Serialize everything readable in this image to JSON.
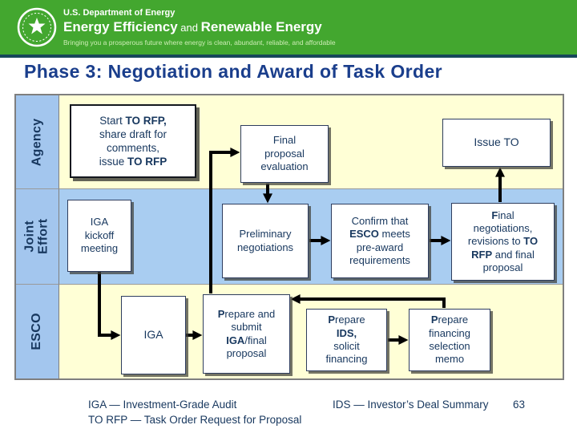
{
  "header": {
    "dept": "U.S. Department of Energy",
    "program": [
      "Energy Efficiency",
      " and ",
      "Renewable Energy"
    ],
    "tagline": "Bringing you a prosperous future where energy is clean, abundant, reliable, and affordable"
  },
  "title": "Phase 3: Negotiation and Award of Task Order",
  "lanes": [
    {
      "id": "agency",
      "lines": [
        [
          [
            "Agency",
            0
          ]
        ]
      ]
    },
    {
      "id": "joint-effort",
      "lines": [
        [
          [
            "Joint",
            0
          ]
        ],
        [
          [
            "Effort",
            0
          ]
        ]
      ]
    },
    {
      "id": "esco",
      "lines": [
        [
          [
            "ESCO",
            0
          ]
        ]
      ]
    }
  ],
  "boxes": {
    "start_rfp": {
      "lane": "agency",
      "lines": [
        [
          [
            "Start ",
            0
          ],
          [
            "TO RFP,",
            1
          ]
        ],
        [
          [
            "share draft for",
            0
          ]
        ],
        [
          [
            "comments,",
            0
          ]
        ],
        [
          [
            "issue ",
            0
          ],
          [
            "TO RFP",
            1
          ]
        ]
      ]
    },
    "final_eval": {
      "lane": "agency",
      "lines": [
        [
          [
            "Final",
            0
          ]
        ],
        [
          [
            "proposal",
            0
          ]
        ],
        [
          [
            "evaluation",
            0
          ]
        ]
      ]
    },
    "issue_to": {
      "lane": "agency",
      "lines": [
        [
          [
            "Issue TO",
            0
          ]
        ]
      ]
    },
    "iga_kickoff": {
      "lane": "joint-effort",
      "lines": [
        [
          [
            "IGA",
            0
          ]
        ],
        [
          [
            "kickoff",
            0
          ]
        ],
        [
          [
            "meeting",
            0
          ]
        ]
      ]
    },
    "prelim_neg": {
      "lane": "joint-effort",
      "lines": [
        [
          [
            "Preliminary",
            0
          ]
        ],
        [
          [
            "negotiations",
            0
          ]
        ]
      ]
    },
    "confirm_esco": {
      "lane": "joint-effort",
      "lines": [
        [
          [
            "Confirm that",
            0
          ]
        ],
        [
          [
            "ESCO",
            1
          ],
          [
            " meets",
            0
          ]
        ],
        [
          [
            "pre-award",
            0
          ]
        ],
        [
          [
            "requirements",
            0
          ]
        ]
      ]
    },
    "final_neg": {
      "lane": "joint-effort",
      "lines": [
        [
          [
            "F",
            1
          ],
          [
            "inal",
            0
          ]
        ],
        [
          [
            "negotiations,",
            0
          ]
        ],
        [
          [
            "revisions to ",
            0
          ],
          [
            "TO",
            1
          ]
        ],
        [
          [
            "RFP",
            1
          ],
          [
            " and final",
            0
          ]
        ],
        [
          [
            "proposal",
            0
          ]
        ]
      ]
    },
    "iga": {
      "lane": "esco",
      "lines": [
        [
          [
            "IGA",
            0
          ]
        ]
      ]
    },
    "prep_submit": {
      "lane": "esco",
      "lines": [
        [
          [
            "P",
            1
          ],
          [
            "repare and",
            0
          ]
        ],
        [
          [
            "submit",
            0
          ]
        ],
        [
          [
            "IGA",
            1
          ],
          [
            "/final",
            0
          ]
        ],
        [
          [
            "proposal",
            0
          ]
        ]
      ]
    },
    "prep_ids": {
      "lane": "esco",
      "lines": [
        [
          [
            "P",
            1
          ],
          [
            "repare",
            0
          ]
        ],
        [
          [
            "IDS,",
            1
          ]
        ],
        [
          [
            "solicit",
            0
          ]
        ],
        [
          [
            "financing",
            0
          ]
        ]
      ]
    },
    "prep_memo": {
      "lane": "esco",
      "lines": [
        [
          [
            "P",
            1
          ],
          [
            "repare",
            0
          ]
        ],
        [
          [
            "financing",
            0
          ]
        ],
        [
          [
            "selection",
            0
          ]
        ],
        [
          [
            "memo",
            0
          ]
        ]
      ]
    }
  },
  "connections": [
    {
      "from": "IGA kickoff meeting",
      "to": "IGA"
    },
    {
      "from": "IGA",
      "to": "Prepare and submit IGA/final proposal"
    },
    {
      "from": "Prepare and submit IGA/final proposal",
      "to": "Final proposal evaluation"
    },
    {
      "from": "Final proposal evaluation",
      "to": "Preliminary negotiations"
    },
    {
      "from": "Preliminary negotiations",
      "to": "Confirm that ESCO meets pre-award requirements"
    },
    {
      "from": "Confirm that ESCO meets pre-award requirements",
      "to": "Final negotiations, revisions to TO RFP and final proposal"
    },
    {
      "from": "Final negotiations, revisions to TO RFP and final proposal",
      "to": "Issue TO"
    },
    {
      "from": "Prepare financing selection memo",
      "to": "Prepare and submit IGA/final proposal"
    },
    {
      "from": "Prepare IDS, solicit financing",
      "to": "Prepare financing selection memo"
    }
  ],
  "legend": {
    "iga": "IGA — Investment-Grade Audit",
    "to_rfp": "TO RFP — Task Order Request for Proposal",
    "ids": "IDS — Investor’s Deal Summary",
    "page_number": "63"
  },
  "colors": {
    "banner_green": "#43A72F",
    "rule_navy": "#17475A",
    "title_blue": "#1A3E8C",
    "text_navy": "#17375E",
    "lane_yellow": "#FFFFD6",
    "lane_blue": "#A9CDF1",
    "label_column_blue": "#A3C6EE",
    "border_gray": "#7F7F7F"
  }
}
